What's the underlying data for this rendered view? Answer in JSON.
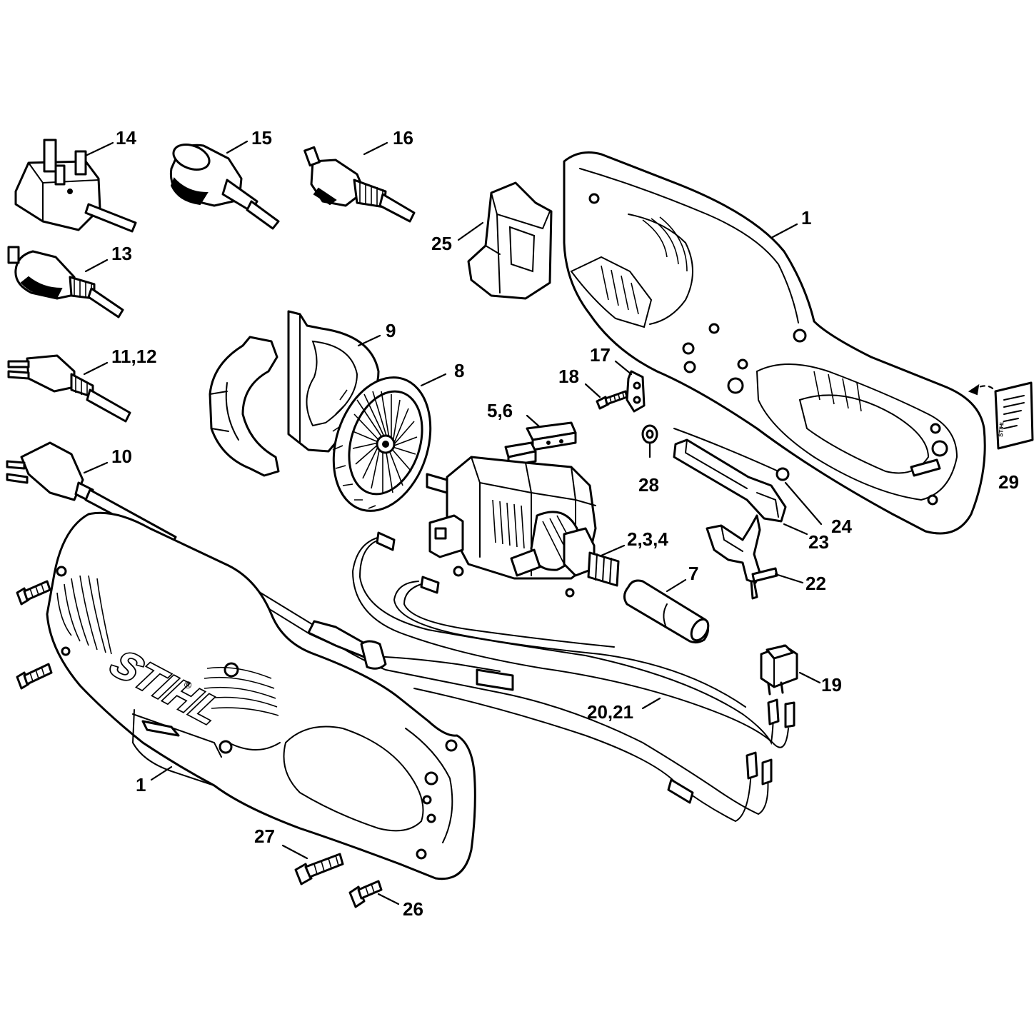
{
  "brand": {
    "logo_text": "STIHL",
    "logo_mark": "®"
  },
  "label_29_text": "STIHL",
  "callouts": [
    {
      "id": "c14",
      "text": "14"
    },
    {
      "id": "c15",
      "text": "15"
    },
    {
      "id": "c16",
      "text": "16"
    },
    {
      "id": "c25",
      "text": "25"
    },
    {
      "id": "c1a",
      "text": "1"
    },
    {
      "id": "c13",
      "text": "13"
    },
    {
      "id": "c9",
      "text": "9"
    },
    {
      "id": "c1112",
      "text": "11,12"
    },
    {
      "id": "c17",
      "text": "17"
    },
    {
      "id": "c18",
      "text": "18"
    },
    {
      "id": "c8",
      "text": "8"
    },
    {
      "id": "c56",
      "text": "5,6"
    },
    {
      "id": "c10",
      "text": "10"
    },
    {
      "id": "c28",
      "text": "28"
    },
    {
      "id": "c29",
      "text": "29"
    },
    {
      "id": "c24",
      "text": "24"
    },
    {
      "id": "c234",
      "text": "2,3,4"
    },
    {
      "id": "c23",
      "text": "23"
    },
    {
      "id": "c7",
      "text": "7"
    },
    {
      "id": "c22",
      "text": "22"
    },
    {
      "id": "c19",
      "text": "19"
    },
    {
      "id": "c2021",
      "text": "20,21"
    },
    {
      "id": "c1b",
      "text": "1"
    },
    {
      "id": "c27",
      "text": "27"
    },
    {
      "id": "c26",
      "text": "26"
    }
  ]
}
